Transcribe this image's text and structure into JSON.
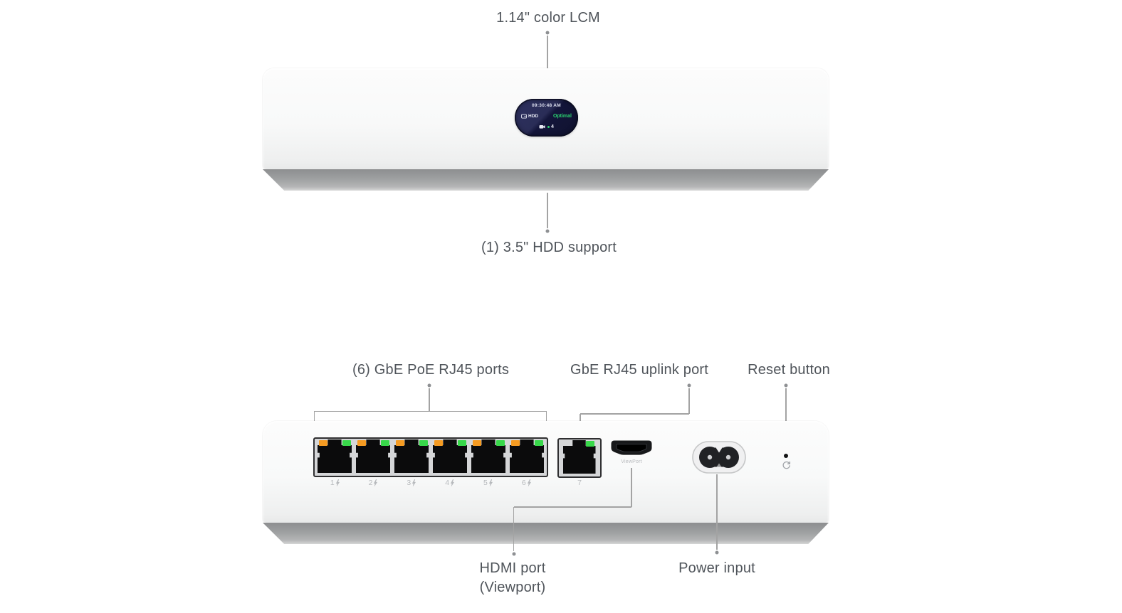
{
  "front": {
    "lcm_callout": "1.14\" color LCM",
    "hdd_callout": "(1) 3.5\" HDD support",
    "screen": {
      "time": "09:30:48 AM",
      "hdd_label": "HDD",
      "hdd_status": "Optimal",
      "camera_count": "4"
    }
  },
  "rear": {
    "poe_callout": "(6) GbE PoE RJ45 ports",
    "uplink_callout": "GbE RJ45 uplink port",
    "reset_callout": "Reset button",
    "hdmi_callout": [
      "HDMI port",
      "(Viewport)"
    ],
    "power_callout": "Power input",
    "hdmi_print": "ViewPort",
    "port_numbers": [
      "1",
      "2",
      "3",
      "4",
      "5",
      "6"
    ],
    "uplink_number": "7"
  },
  "icons": {
    "hdd_icon": "hard-drive",
    "camera_icon": "camera",
    "bolt_icon": "poe-lightning-bolt",
    "reset_icon": "restart-circular-arrow"
  },
  "colors": {
    "led_orange": "#F59B22",
    "led_green": "#38D84A",
    "status_green": "#2BD36F",
    "screen_light": "#2E3160",
    "screen_dark": "#10122E",
    "label_text": "#4F545A",
    "print_text": "#B7BABD",
    "line_gray": "#A3A3A3"
  }
}
